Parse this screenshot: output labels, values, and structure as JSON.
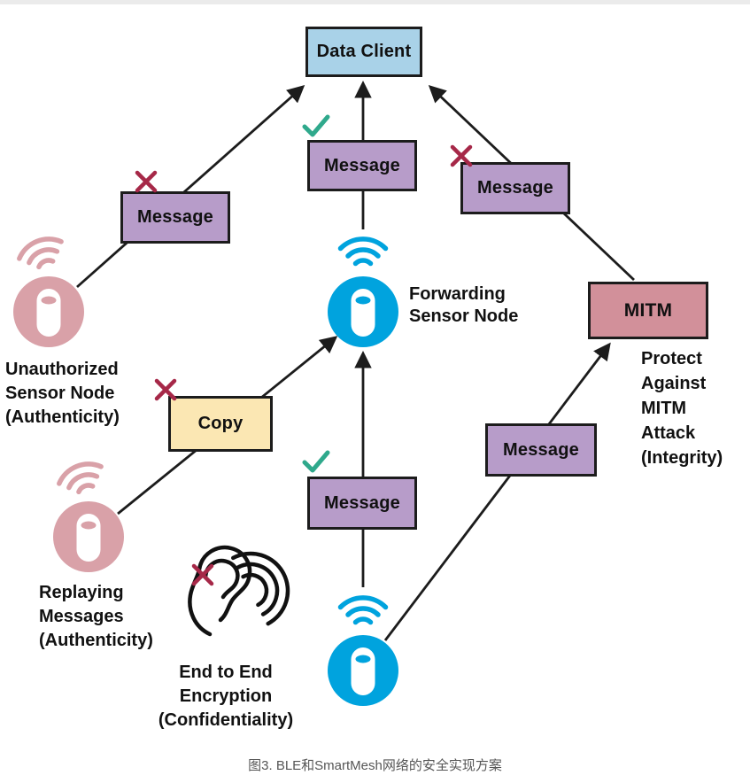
{
  "figure": {
    "boxes": {
      "data_client": "Data Client",
      "message": "Message",
      "copy": "Copy",
      "mitm": "MITM"
    },
    "labels": {
      "forwarding": "Forwarding\nSensor Node",
      "unauthorized": "Unauthorized\nSensor Node\n(Authenticity)",
      "replaying": "Replaying\nMessages\n(Authenticity)",
      "mitm_protect": "Protect\nAgainst\nMITM\nAttack\n(Integrity)",
      "encryption": "End to End\nEncryption\n(Confidentiality)"
    },
    "caption": "图3. BLE和SmartMesh网络的安全实现方案",
    "icons": {
      "check": "✓",
      "cross": "✗",
      "sensor_node": "sensor-node-icon",
      "radio_waves": "radio-waves-icon",
      "ear": "eavesdropping-ear-icon"
    },
    "colors": {
      "data_client_bg": "#A9D2E8",
      "message_bg": "#B79CC9",
      "copy_bg": "#FBE7B3",
      "mitm_bg": "#D2909A",
      "node_blue": "#00A3DE",
      "node_pink": "#D9A1A8",
      "check_green": "#2FA98C",
      "cross_red": "#A62848",
      "arrow": "#1C1C1C"
    }
  }
}
